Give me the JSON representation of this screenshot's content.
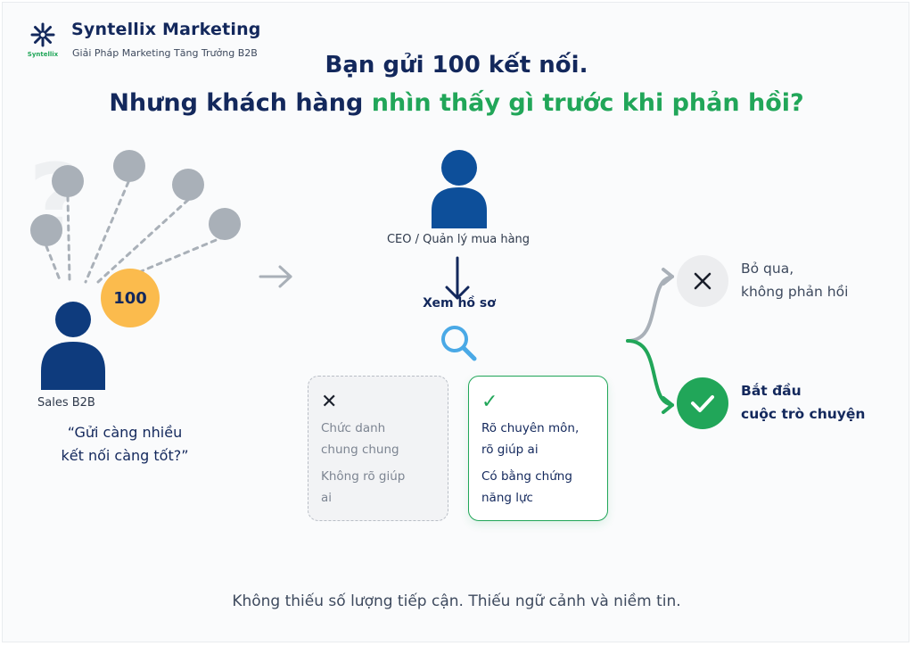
{
  "brand": {
    "logo_text": "Syntellix",
    "name": "Syntellix Marketing",
    "tagline": "Giải Pháp Marketing Tăng Trưởng B2B"
  },
  "headline": {
    "line1": "Bạn gửi 100 kết nối.",
    "line2_prefix": "Nhưng khách hàng ",
    "line2_highlight": "nhìn thấy gì trước khi phản hồi?"
  },
  "sales": {
    "label": "Sales B2B",
    "count_badge": "100",
    "quote_line1": "“Gửi càng nhiều",
    "quote_line2": "kết nối càng tốt?”"
  },
  "buyer": {
    "label": "CEO / Quản lý mua hàng",
    "action_label": "Xem hồ sơ"
  },
  "profile_cards": {
    "bad": {
      "icon": "✕",
      "lines1": [
        "Chức danh",
        "chung chung"
      ],
      "lines2": [
        "Không rõ giúp",
        "ai"
      ]
    },
    "good": {
      "icon": "✓",
      "lines1": [
        "Rõ chuyên môn,",
        "rõ giúp ai"
      ],
      "lines2": [
        "Có bằng chứng",
        "năng lực"
      ]
    }
  },
  "outcomes": {
    "ignore": {
      "icon": "close-icon",
      "line1": "Bỏ qua,",
      "line2": "không phản hồi"
    },
    "start": {
      "icon": "check-icon",
      "line1": "Bắt đầu",
      "line2": "cuộc trò chuyện"
    }
  },
  "footer": "Không thiếu số lượng tiếp cận. Thiếu ngữ cảnh và niềm tin.",
  "colors": {
    "navy": "#13285c",
    "person_blue": "#0d4f9a",
    "green": "#21a659",
    "orange": "#fbbb4d",
    "gray_node": "#a9b0b8",
    "magnifier": "#4aa9e6"
  }
}
